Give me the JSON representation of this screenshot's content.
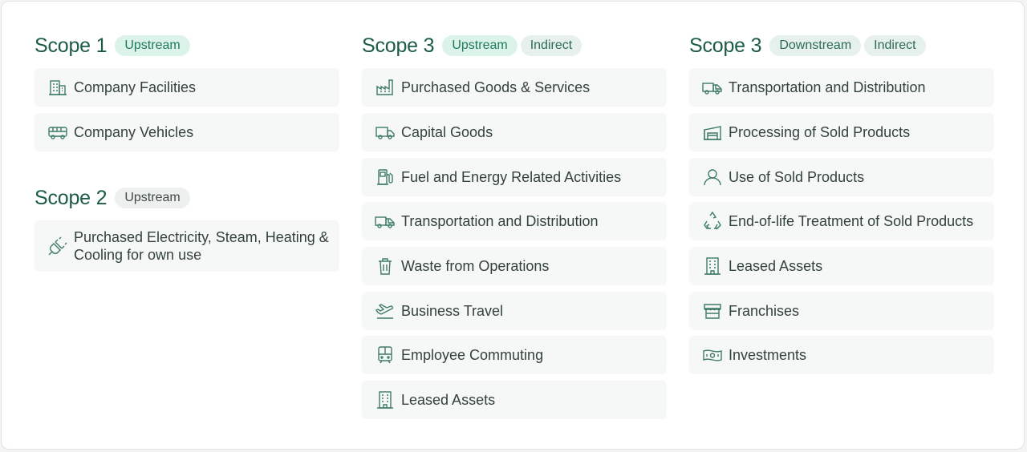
{
  "colors": {
    "accent": "#1b5b47",
    "badge_green_bg": "#dcf3ea",
    "badge_grey_bg": "#eef0ef",
    "item_bg": "#f6f8f7",
    "icon": "#3f7a67"
  },
  "scope1": {
    "title": "Scope 1",
    "badge": "Upstream",
    "items": [
      {
        "label": "Company Facilities",
        "icon": "building-icon"
      },
      {
        "label": "Company Vehicles",
        "icon": "bus-icon"
      }
    ]
  },
  "scope2": {
    "title": "Scope 2",
    "badge": "Upstream",
    "items": [
      {
        "label": "Purchased Electricity, Steam, Heating & Cooling for own use",
        "icon": "plug-icon"
      }
    ]
  },
  "scope3_up": {
    "title": "Scope 3",
    "badges": [
      "Upstream",
      "Indirect"
    ],
    "items": [
      {
        "label": "Purchased Goods & Services",
        "icon": "factory-icon"
      },
      {
        "label": "Capital Goods",
        "icon": "truck-icon"
      },
      {
        "label": "Fuel and Energy Related Activities",
        "icon": "fuel-pump-icon"
      },
      {
        "label": "Transportation and Distribution",
        "icon": "delivery-truck-icon"
      },
      {
        "label": "Waste from Operations",
        "icon": "trash-icon"
      },
      {
        "label": "Business Travel",
        "icon": "plane-icon"
      },
      {
        "label": "Employee Commuting",
        "icon": "train-icon"
      },
      {
        "label": "Leased Assets",
        "icon": "office-building-icon"
      }
    ]
  },
  "scope3_down": {
    "title": "Scope 3",
    "badges": [
      "Downstream",
      "Indirect"
    ],
    "items": [
      {
        "label": "Transportation and Distribution",
        "icon": "delivery-truck-icon"
      },
      {
        "label": "Processing of Sold Products",
        "icon": "warehouse-icon"
      },
      {
        "label": "Use of Sold Products",
        "icon": "user-icon"
      },
      {
        "label": "End-of-life Treatment of Sold Products",
        "icon": "recycle-icon"
      },
      {
        "label": "Leased Assets",
        "icon": "office-building-icon"
      },
      {
        "label": "Franchises",
        "icon": "store-icon"
      },
      {
        "label": "Investments",
        "icon": "banknote-icon"
      }
    ]
  }
}
